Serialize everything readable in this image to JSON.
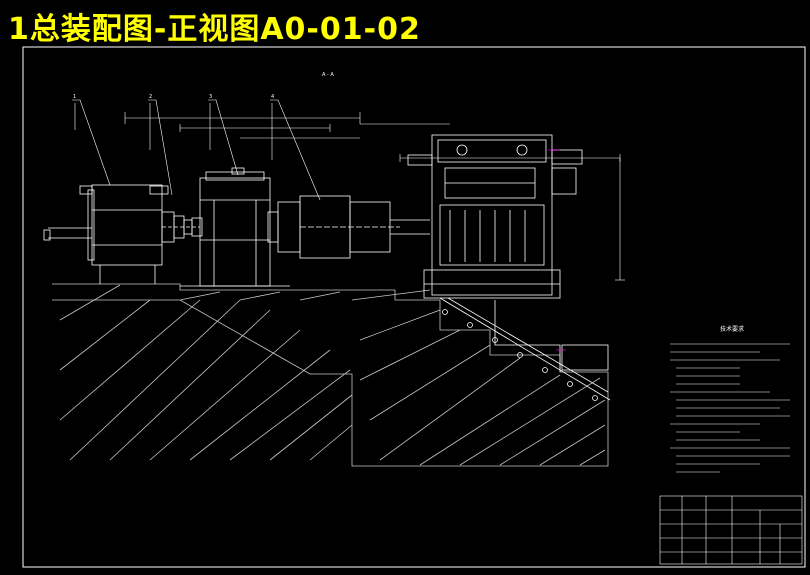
{
  "title": "1总装配图-正视图A0-01-02",
  "section_label": "A - A",
  "leader_numbers": [
    "1",
    "2",
    "3",
    "4"
  ],
  "tech_notes_heading": "技术要求",
  "colors": {
    "background": "#000000",
    "title": "#ffff00",
    "lines": "#ffffff",
    "ground": "#c8c8c8",
    "accent_magenta": "#ff00ff"
  }
}
